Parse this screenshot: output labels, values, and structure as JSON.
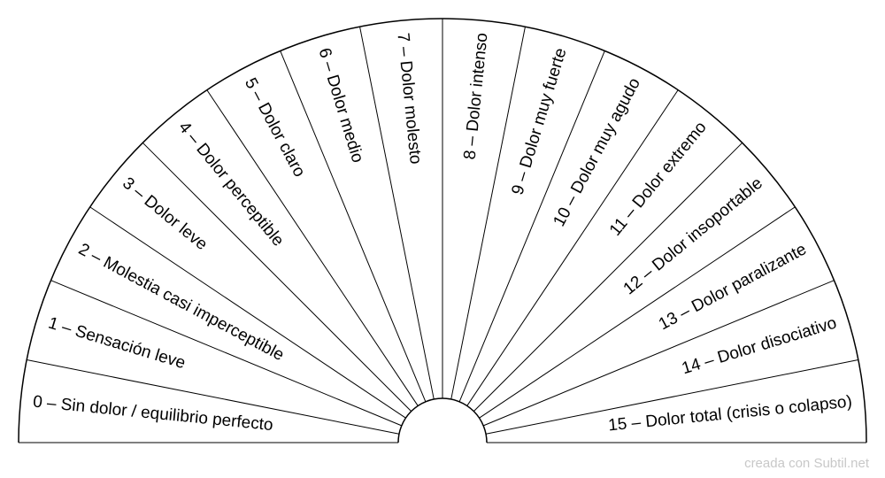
{
  "chart_data": {
    "type": "semicircular-scale",
    "title": "",
    "sectors": [
      "0  – Sin dolor / equilibrio perfecto",
      "1  – Sensación leve",
      "2  – Molestia casi imperceptible",
      "3  – Dolor leve",
      "4  – Dolor perceptible",
      "5  – Dolor claro",
      "6  – Dolor medio",
      "7  – Dolor molesto",
      "8  – Dolor intenso",
      "9  – Dolor muy fuerte",
      "10 – Dolor muy agudo",
      "11 – Dolor extremo",
      "12 – Dolor insoportable",
      "13 – Dolor paralizante",
      "14 – Dolor disociativo",
      "15 – Dolor total (crisis o colapso)"
    ]
  },
  "footer": "creada con Subtil.net",
  "colors": {
    "line": "#000000",
    "footer": "#c8c8c8"
  }
}
